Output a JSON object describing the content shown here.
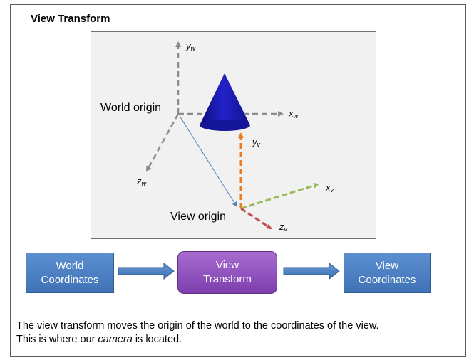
{
  "title": "View Transform",
  "scene": {
    "world_origin_label": "World origin",
    "view_origin_label": "View origin",
    "axes": {
      "yw": {
        "base": "y",
        "sub": "w"
      },
      "xw": {
        "base": "x",
        "sub": "w"
      },
      "zw": {
        "base": "z",
        "sub": "w"
      },
      "yv": {
        "base": "y",
        "sub": "v"
      },
      "xv": {
        "base": "x",
        "sub": "v"
      },
      "zv": {
        "base": "z",
        "sub": "v"
      }
    }
  },
  "flow": {
    "world": {
      "line1": "World",
      "line2": "Coordinates"
    },
    "transform": {
      "line1": "View",
      "line2": "Transform"
    },
    "view": {
      "line1": "View",
      "line2": "Coordinates"
    }
  },
  "caption": {
    "line1": "The view transform moves the origin of the world to the coordinates of the view.",
    "line2_prefix": "This is where our ",
    "line2_em": "camera",
    "line2_suffix": " is located."
  },
  "colors": {
    "world_axis": "#8c8c8c",
    "view_y_axis": "#f07a1e",
    "view_x_axis": "#9bbb59",
    "view_z_axis": "#c0504d",
    "connector": "#4f81bd",
    "cone": "#1a1aa8",
    "box_blue": "#4f81bd",
    "box_purple": "#8e4fbf"
  }
}
